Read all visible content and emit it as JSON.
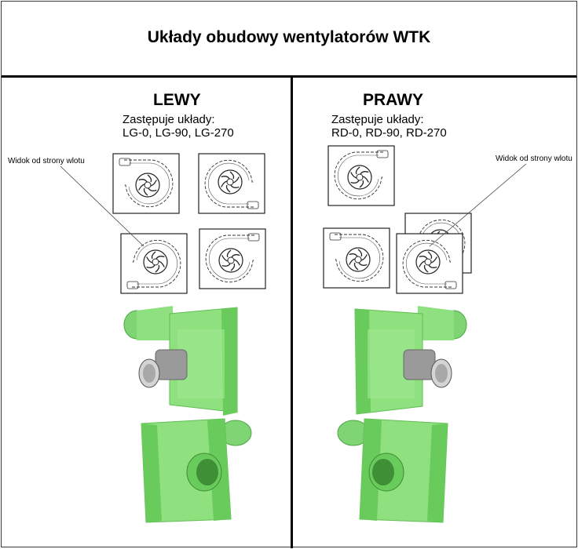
{
  "title": "Układy obudowy wentylatorów WTK",
  "left": {
    "heading": "LEWY",
    "replaces_label": "Zastępuje układy:",
    "replaces_codes": "LG-0, LG-90, LG-270",
    "callout": "Widok od strony wlotu"
  },
  "right": {
    "heading": "PRAWY",
    "replaces_label": "Zastępuje układy:",
    "replaces_codes": "RD-0, RD-90, RD-270",
    "callout": "Widok od strony wlotu"
  },
  "colors": {
    "housing_green": "#8fe07f",
    "housing_dark": "#5fbf52",
    "housing_light": "#b6f0a8",
    "motor_grey": "#9a9a9a"
  }
}
